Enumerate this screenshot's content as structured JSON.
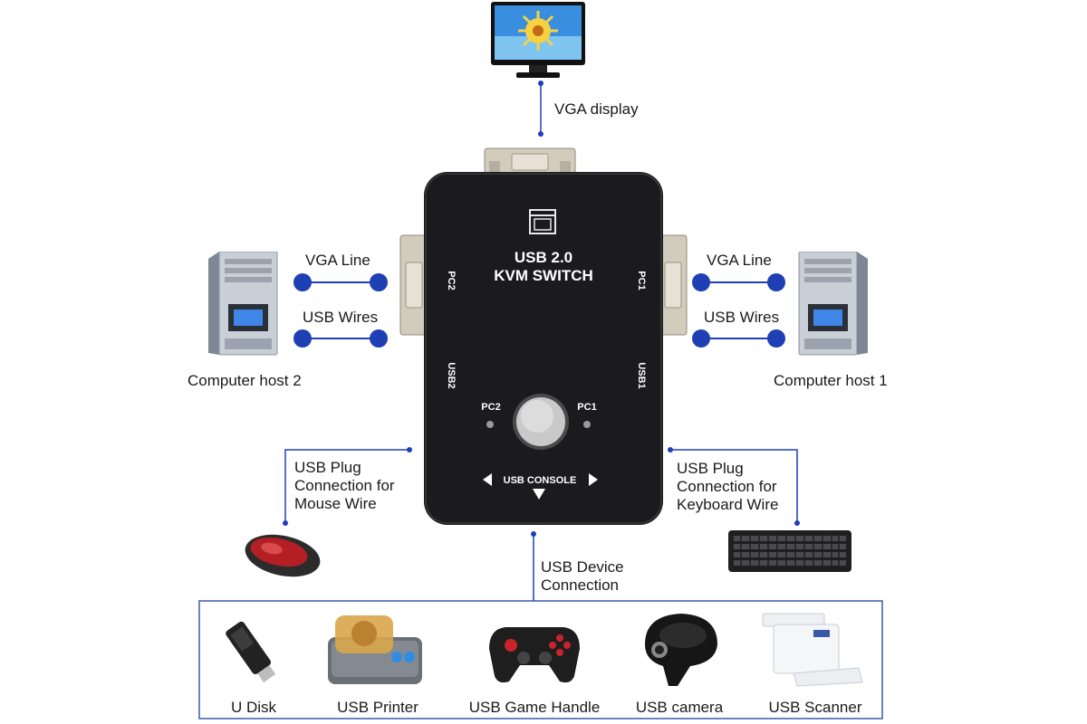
{
  "device": {
    "title_line1": "USB 2.0",
    "title_line2": "KVM SWITCH",
    "port_pc1": "PC1",
    "port_pc2": "PC2",
    "port_usb1": "USB1",
    "port_usb2": "USB2",
    "led_pc2": "PC2",
    "led_pc1": "PC1",
    "console_label": "USB CONSOLE"
  },
  "top": {
    "display_label": "VGA display"
  },
  "left": {
    "vga_line": "VGA Line",
    "usb_wires": "USB Wires",
    "host": "Computer host 2",
    "mouse_lines": [
      "USB Plug",
      "Connection for",
      "Mouse Wire"
    ]
  },
  "right": {
    "vga_line": "VGA Line",
    "usb_wires": "USB Wires",
    "host": "Computer host 1",
    "keyboard_lines": [
      "USB Plug",
      "Connection for",
      "Keyboard Wire"
    ]
  },
  "center": {
    "usb_device_lines": [
      "USB Device",
      "Connection"
    ]
  },
  "devices": [
    {
      "label": "U Disk"
    },
    {
      "label": "USB Printer"
    },
    {
      "label": "USB Game Handle"
    },
    {
      "label": "USB camera"
    },
    {
      "label": "USB Scanner"
    }
  ],
  "colors": {
    "accent": "#1f3fb5",
    "box": "#1b1b1d",
    "connector": "#c9c3b5",
    "frame": "#3a5aa8"
  }
}
